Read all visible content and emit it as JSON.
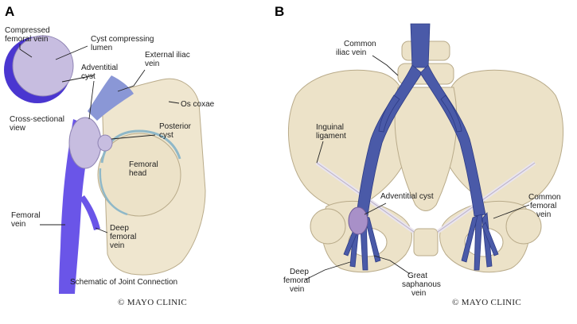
{
  "panel_a": {
    "letter": "A",
    "labels": {
      "compressed_femoral_vein": [
        "Compressed",
        "femoral vein"
      ],
      "cyst_compressing_lumen": [
        "Cyst compressing",
        "lumen"
      ],
      "adventitial_cyst": [
        "Adventitial",
        "cyst"
      ],
      "external_iliac_vein": [
        "External iliac",
        "vein"
      ],
      "os_coxae": "Os coxae",
      "cross_sectional_view": [
        "Cross-sectional",
        "view"
      ],
      "posterior_cyst": [
        "Posterior",
        "cyst"
      ],
      "femoral_head": [
        "Femoral",
        "head"
      ],
      "femoral_vein": [
        "Femoral",
        "vein"
      ],
      "deep_femoral_vein": [
        "Deep",
        "femoral",
        "vein"
      ]
    },
    "caption": "Schematic of Joint Connection",
    "credit": "© MAYO CLINIC"
  },
  "panel_b": {
    "letter": "B",
    "labels": {
      "common_iliac_vein": [
        "Common",
        "iliac vein"
      ],
      "inguinal_ligament": [
        "Inguinal",
        "ligament"
      ],
      "adventitial_cyst": "Adventitial cyst",
      "common_femoral_vein": [
        "Common",
        "femoral",
        "vein"
      ],
      "deep_femoral_vein": [
        "Deep",
        "femoral",
        "vein"
      ],
      "great_saphanous_vein": [
        "Great",
        "saphanous",
        "vein"
      ]
    },
    "credit": "© MAYO CLINIC"
  },
  "colors": {
    "vein": "#4a5aa8",
    "vein_dark": "#2d3b85",
    "vein_bright": "#6a55e8",
    "cyst": "#c7bde0",
    "bone": "#ece2c8",
    "bone_edge": "#b9ab8a",
    "cartilage": "#8fb8c8"
  }
}
